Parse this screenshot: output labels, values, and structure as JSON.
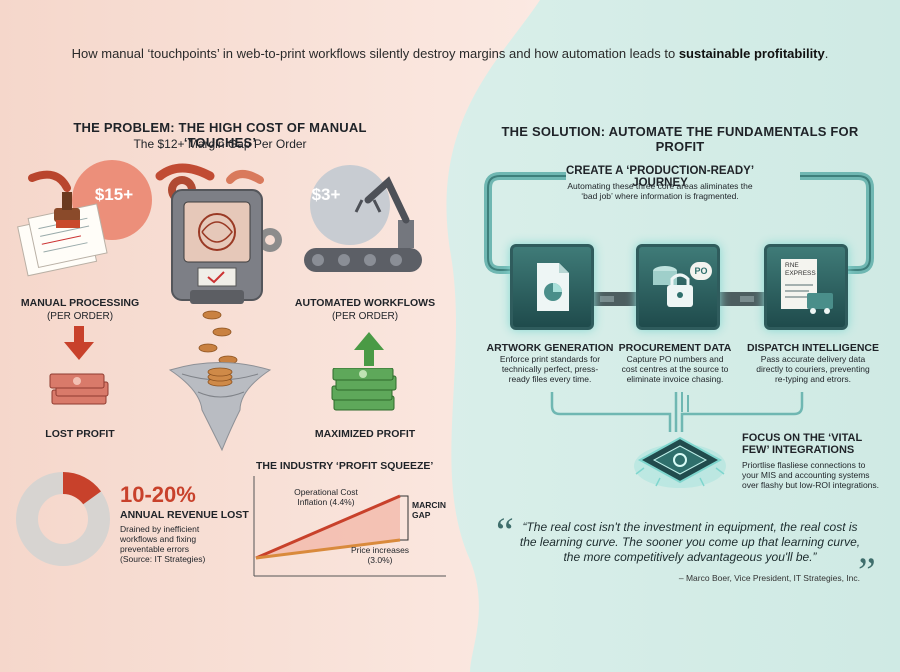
{
  "subtitle": {
    "text": "How manual ‘touchpoints’ in web-to-print workflows silently destroy margins and how automation leads to ",
    "emphasis": "sustainable profitability",
    "end": "."
  },
  "problem": {
    "heading": "THE PROBLEM: THE HIGH COST OF MANUAL ‘TOUCHES’",
    "subheading": "The $12+ Margin Gap Per Order",
    "manual_badge": "$15+",
    "automated_badge": "$3+",
    "manual_label": "MANUAL PROCESSING",
    "manual_sub": "(PER ORDER)",
    "automated_label": "AUTOMATED WORKFLOWS",
    "automated_sub": "(PER ORDER)",
    "lost_profit": "LOST PROFIT",
    "maximized_profit": "MAXIMIZED PROFIT"
  },
  "revenue": {
    "percent_text": "10-20%",
    "percent_value": 15,
    "title": "ANNUAL REVENUE LOST",
    "desc1": "Drained by inefficient",
    "desc2": "workflows and fixing",
    "desc3": "preventable errors",
    "source": "(Source: IT Strategies)"
  },
  "squeeze": {
    "title": "THE INDUSTRY ‘PROFIT SQUEEZE’",
    "cost_label1": "Operational Cost",
    "cost_label2": "Inflation (4.4%)",
    "price_label1": "Price increases",
    "price_label2": "(3.0%)",
    "gap1": "MARCIN",
    "gap2": "GAP"
  },
  "chart_data": {
    "type": "line",
    "title": "THE INDUSTRY ‘PROFIT SQUEEZE’",
    "series": [
      {
        "name": "Operational Cost Inflation (4.4%)",
        "rate": 4.4
      },
      {
        "name": "Price increases (3.0%)",
        "rate": 3.0
      }
    ],
    "annotation": "MARCIN GAP"
  },
  "solution": {
    "heading": "THE SOLUTION: AUTOMATE THE FUNDAMENTALS FOR PROFIT",
    "journey_title": "CREATE A ‘PRODUCTION-READY’ JOURNEY",
    "journey_desc1": "Automating these three core areas aliminates the",
    "journey_desc2": "‘bad job’ where information is fragmented.",
    "po_badge": "PO",
    "doc_text1": "RNE",
    "doc_text2": "EXPRESS",
    "areas": [
      {
        "title": "ARTWORK GENERATION",
        "l1": "Enforce print standards for",
        "l2": "technically perfect, press-",
        "l3": "ready files every time."
      },
      {
        "title": "PROCUREMENT DATA",
        "l1": "Capture PO numbers and",
        "l2": "cost centres at the source to",
        "l3": "eliminate invoice chasing."
      },
      {
        "title": "DISPATCH INTELLIGENCE",
        "l1": "Pass accurate delivery data",
        "l2": "directly to couriers, preventing",
        "l3": "re-typing and etrors."
      }
    ],
    "vital_title1": "FOCUS ON THE ‘VITAL",
    "vital_title2": "FEW’ INTEGRATIONS",
    "vital_desc1": "Priortlise flasliese connections to",
    "vital_desc2": "your MIS and accounting systems",
    "vital_desc3": "over flashy but low-ROI integrations."
  },
  "quote": {
    "line1": "“The real cost isn't the investment in equipment, the real cost is",
    "line2": "the learning curve. The sooner you come up that learning curve,",
    "line3": "the more competitively advantageous you'll be.”",
    "attribution": "– Marco Boer, Vice President, IT Strategies, Inc."
  },
  "colors": {
    "left_bg": "#f7ddd3",
    "right_bg": "#d5ede8",
    "accent_red": "#c8412b",
    "accent_green": "#4a9a45",
    "teal": "#2f6f6c"
  }
}
